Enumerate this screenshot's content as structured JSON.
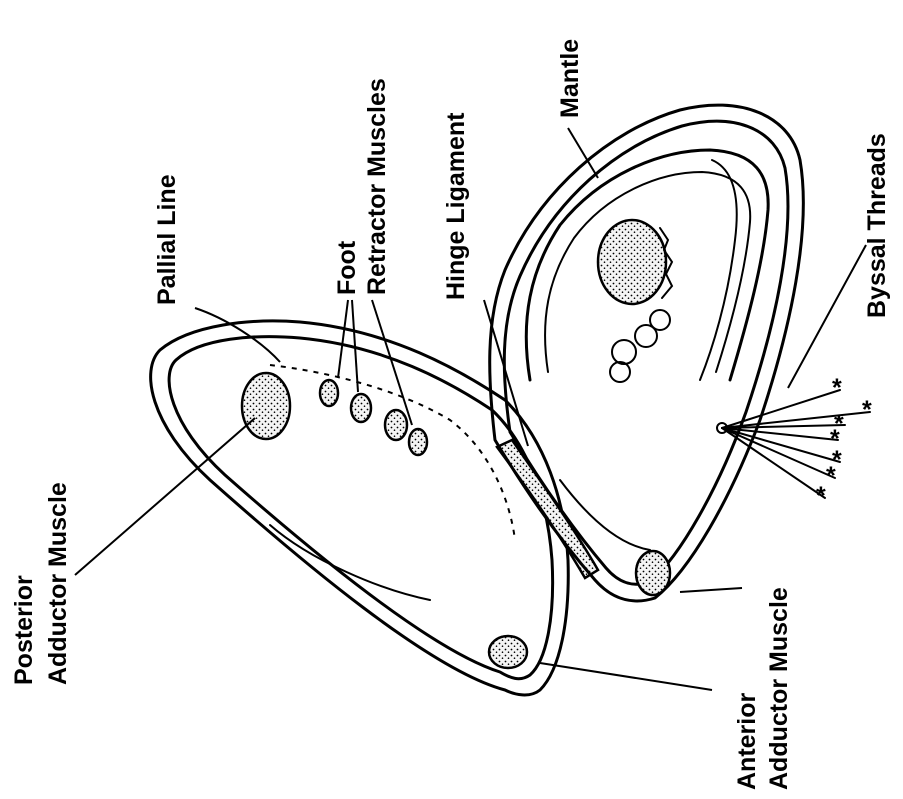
{
  "labels": {
    "posterior_adductor_line1": "Posterior",
    "posterior_adductor_line2": "Adductor Muscle",
    "pallial_line": "Pallial Line",
    "foot": "Foot",
    "retractor_muscles": "Retractor Muscles",
    "hinge_ligament": "Hinge Ligament",
    "mantle": "Mantle",
    "byssal_threads": "Byssal Threads",
    "anterior_adductor_line1": "Anterior",
    "anterior_adductor_line2": "Adductor Muscle"
  },
  "colors": {
    "ink": "#000000",
    "background": "#ffffff"
  }
}
